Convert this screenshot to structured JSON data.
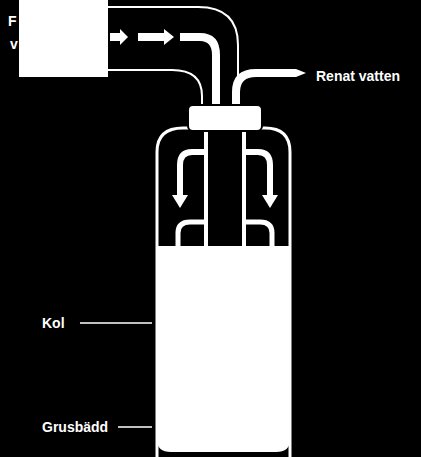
{
  "diagram": {
    "labels": [
      "F",
      "v",
      "Renat vatten",
      "Kol",
      "Grusbädd"
    ]
  }
}
